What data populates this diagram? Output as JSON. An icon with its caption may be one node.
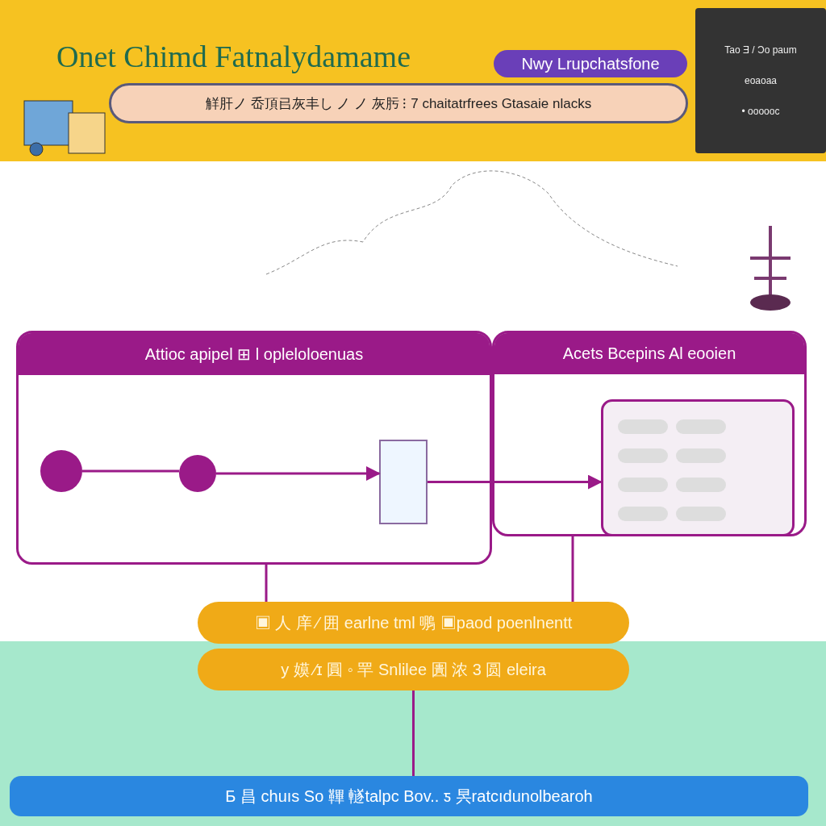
{
  "diagram": {
    "title": "Onet Chimd Fatnalydamame",
    "nodes": [
      {
        "text": [
          "Nwy Lrupchatsfone"
        ]
      },
      {
        "text": [
          "觧肝ノ 岙頂㠯灰丰し ノ ノ 灰肟 ⁝ 7 chaitatrfrees Gtasaie nlacks"
        ]
      },
      {
        "text": [
          "Tao Ǝ / Ɔo paum",
          "eoaoaa",
          "• oooooc"
        ]
      },
      {
        "text": [
          "Attioc apipel ⊞ l opleloloenuas"
        ]
      },
      {
        "text": [
          "Acets Bcepins Al eooien"
        ]
      },
      {
        "text": [],
        "shape": "circle",
        "in": 3
      },
      {
        "text": [],
        "shape": "circle",
        "in": 3
      },
      {
        "text": [],
        "shape": "picture",
        "in": 3
      },
      {
        "text": [],
        "shape": "box",
        "in": 4
      },
      {
        "text": [
          "▣ 人 庠 ⁄ 囲 earlne tml 䳟 ▣paod poenlnentt"
        ]
      },
      {
        "text": [
          "y 嫫 ⁄ɪ 圓 ◦ 䍐 Snlilee 圚 浓 3 圆 eleira"
        ]
      },
      {
        "text": [
          "Б 昌 chuıs So 鞸 䡵talpc Bov.. ƽ 昗ratcıdunolbearoh"
        ]
      }
    ],
    "edges": [
      {
        "from": 5,
        "to": 6,
        "arrow": "none"
      },
      {
        "from": 6,
        "to": 7,
        "arrow": "to"
      },
      {
        "from": 7,
        "to": 8,
        "arrow": "to"
      },
      {
        "from": 3,
        "to": 9,
        "arrow": "none"
      },
      {
        "from": 4,
        "to": 9,
        "arrow": "none"
      },
      {
        "from": 10,
        "to": 11,
        "arrow": "none"
      }
    ]
  }
}
